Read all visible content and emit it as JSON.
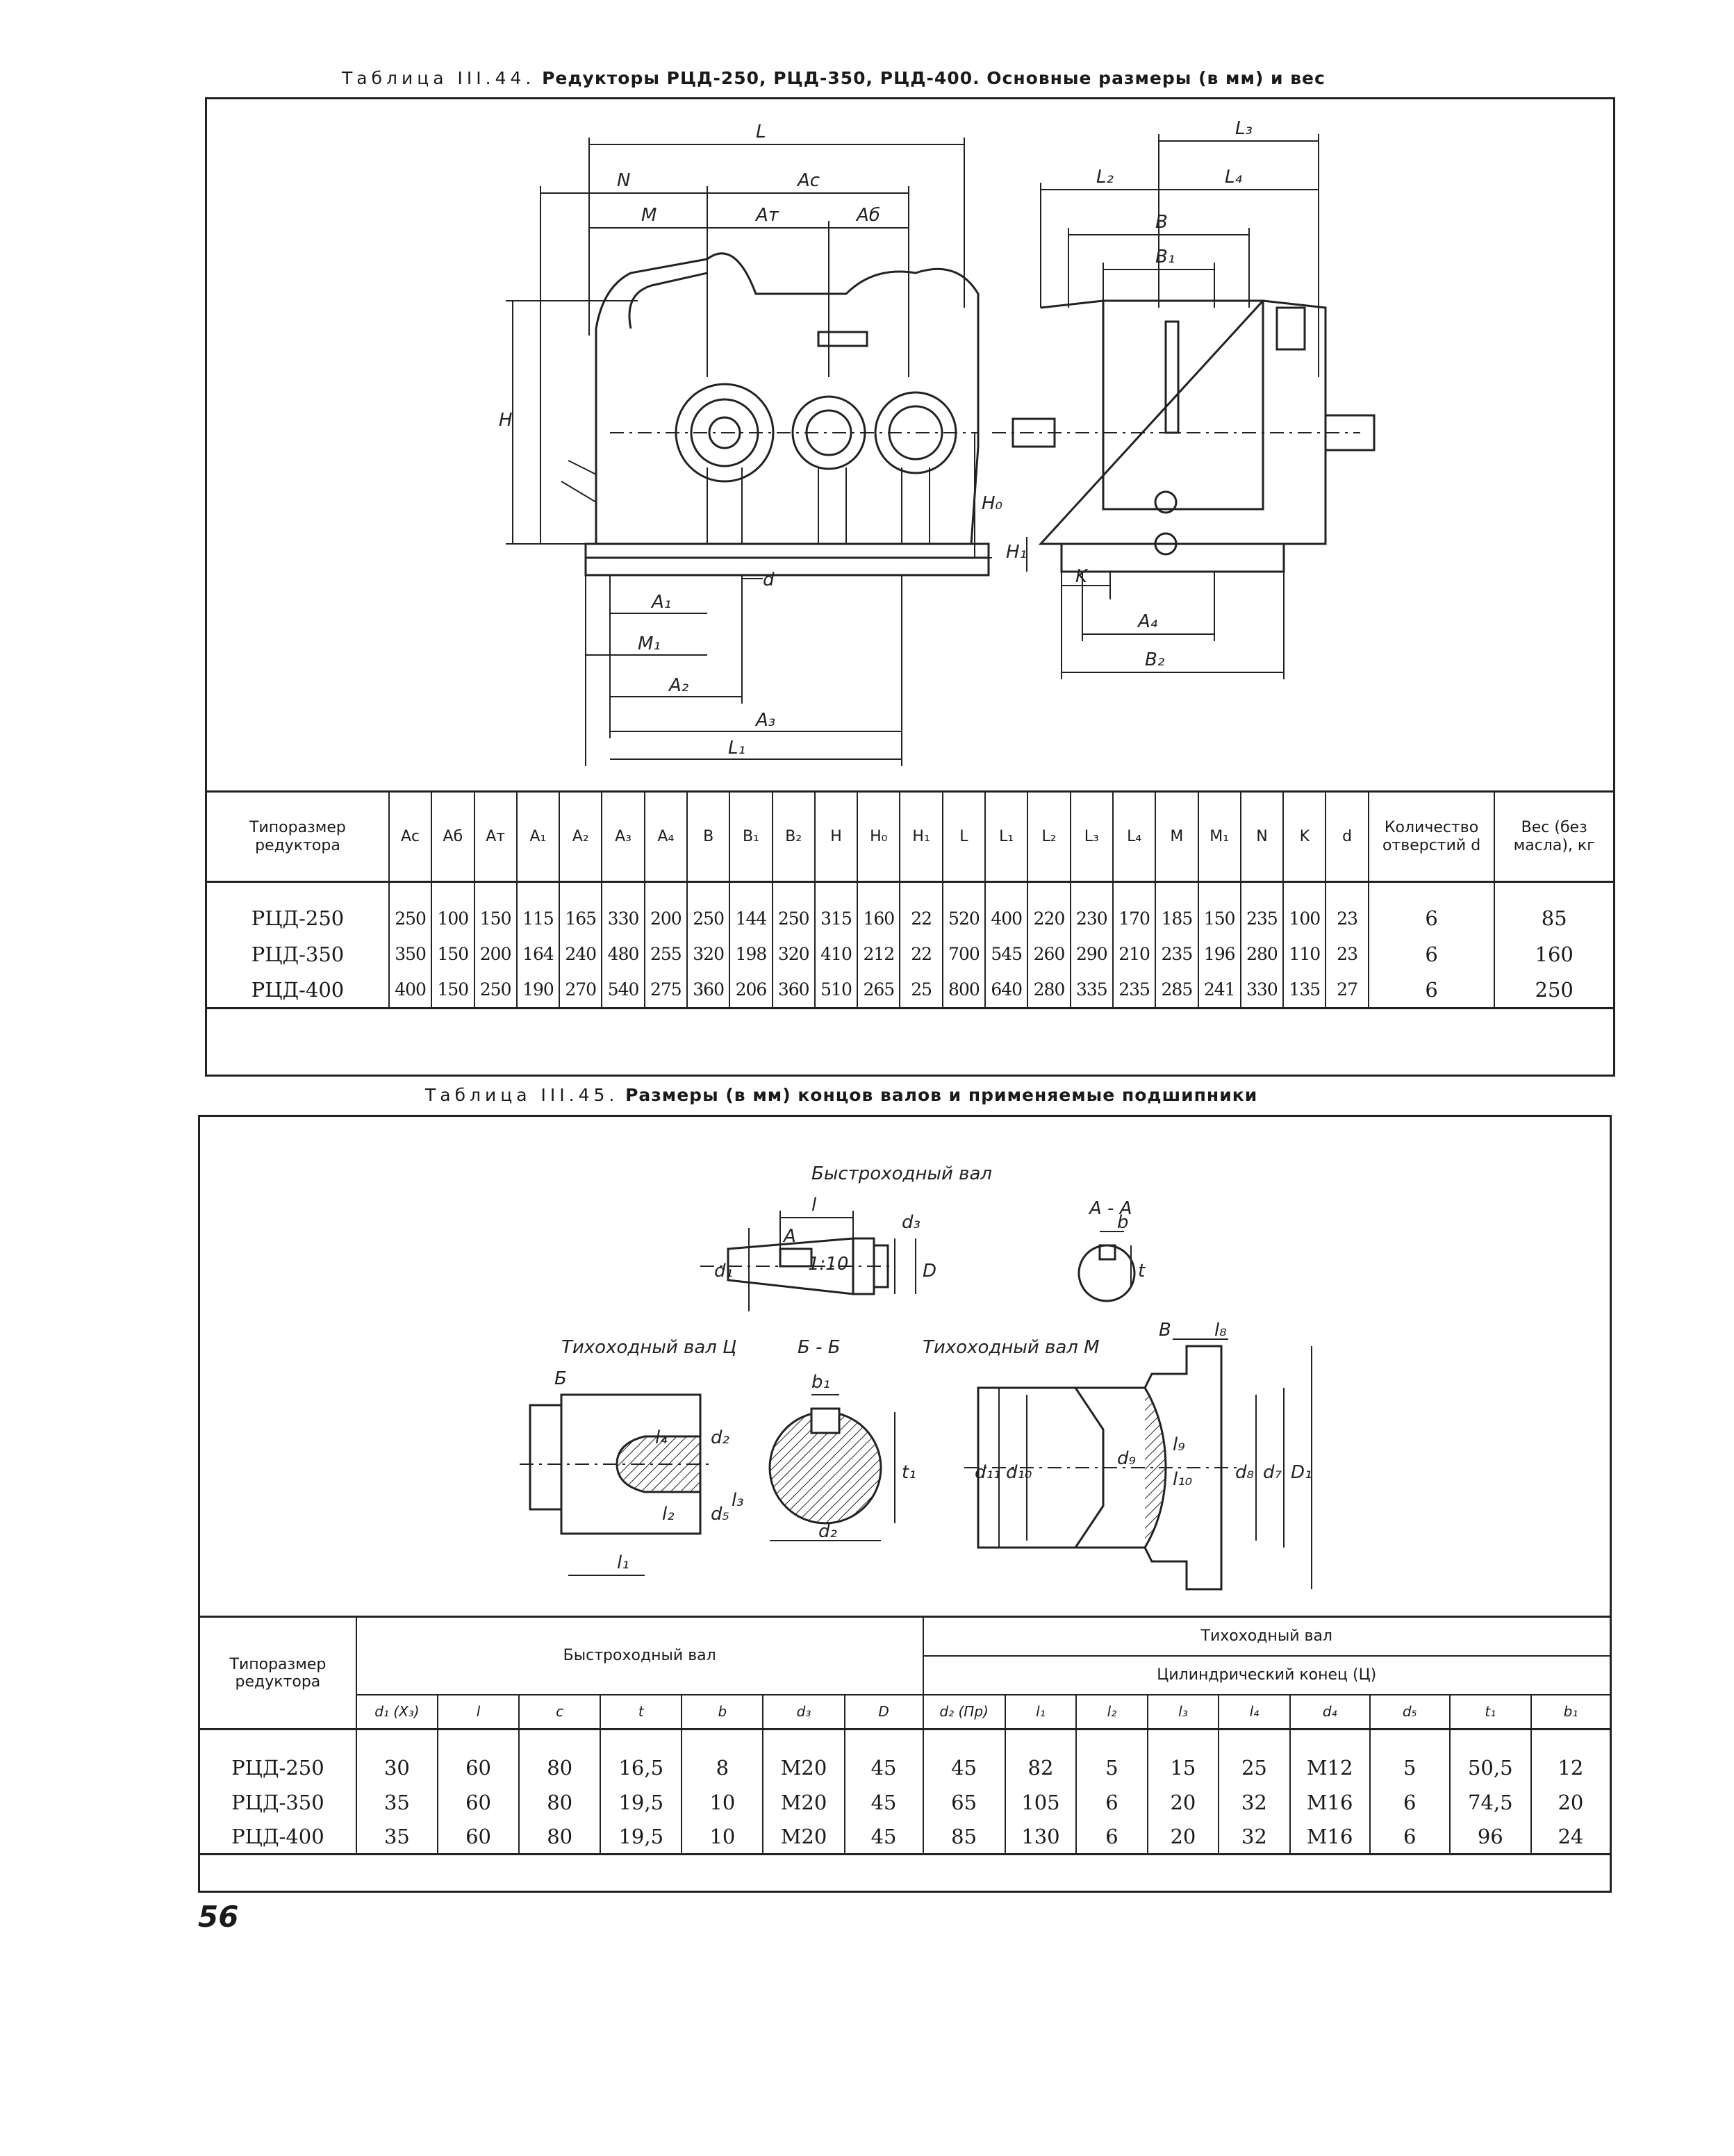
{
  "table44": {
    "caption_label": "Таблица III.44.",
    "caption_text": "Редукторы РЦД-250, РЦД-350, РЦД-400. Основные размеры (в мм) и вес",
    "header_type": "Типоразмер редуктора",
    "columns": [
      "Aс",
      "Aб",
      "Aт",
      "A₁",
      "A₂",
      "A₃",
      "A₄",
      "B",
      "B₁",
      "B₂",
      "H",
      "H₀",
      "H₁",
      "L",
      "L₁",
      "L₂",
      "L₃",
      "L₄",
      "M",
      "M₁",
      "N",
      "K",
      "d"
    ],
    "header_holes": "Количество отверстий d",
    "header_weight": "Вес (без масла), кг",
    "rows": [
      {
        "name": "РЦД-250",
        "values": [
          "250",
          "100",
          "150",
          "115",
          "165",
          "330",
          "200",
          "250",
          "144",
          "250",
          "315",
          "160",
          "22",
          "520",
          "400",
          "220",
          "230",
          "170",
          "185",
          "150",
          "235",
          "100",
          "23"
        ],
        "holes": "6",
        "weight": "85"
      },
      {
        "name": "РЦД-350",
        "values": [
          "350",
          "150",
          "200",
          "164",
          "240",
          "480",
          "255",
          "320",
          "198",
          "320",
          "410",
          "212",
          "22",
          "700",
          "545",
          "260",
          "290",
          "210",
          "235",
          "196",
          "280",
          "110",
          "23"
        ],
        "holes": "6",
        "weight": "160"
      },
      {
        "name": "РЦД-400",
        "values": [
          "400",
          "150",
          "250",
          "190",
          "270",
          "540",
          "275",
          "360",
          "206",
          "360",
          "510",
          "265",
          "25",
          "800",
          "640",
          "280",
          "335",
          "235",
          "285",
          "241",
          "330",
          "135",
          "27"
        ],
        "holes": "6",
        "weight": "250"
      }
    ],
    "drawing_labels": {
      "L": "L",
      "N": "N",
      "Ac": "Aс",
      "M": "M",
      "At": "Aт",
      "Ab": "Aб",
      "H": "H",
      "H0": "H₀",
      "A1": "A₁",
      "M1": "M₁",
      "A2": "A₂",
      "A3": "A₃",
      "L1": "L₁",
      "d": "d",
      "L3": "L₃",
      "L2": "L₂",
      "L4": "L₄",
      "B": "B",
      "B1": "B₁",
      "H1": "H₁",
      "K": "K",
      "A4": "A₄",
      "B2": "B₂"
    }
  },
  "table45": {
    "caption_label": "Таблица III.45.",
    "caption_text": "Размеры (в мм) концов валов и применяемые подшипники",
    "header_type": "Типоразмер редуктора",
    "group_fast": "Быстроходный вал",
    "group_slow": "Тихоходный вал",
    "subgroup_cyl": "Цилиндрический конец (Ц)",
    "fast_columns": [
      "d₁ (X₃)",
      "l",
      "c",
      "t",
      "b",
      "d₃",
      "D"
    ],
    "slow_columns": [
      "d₂ (Пр)",
      "l₁",
      "l₂",
      "l₃",
      "l₄",
      "d₄",
      "d₅",
      "t₁",
      "b₁"
    ],
    "rows": [
      {
        "name": "РЦД-250",
        "fast": [
          "30",
          "60",
          "80",
          "16,5",
          "8",
          "M20",
          "45"
        ],
        "slow": [
          "45",
          "82",
          "5",
          "15",
          "25",
          "M12",
          "5",
          "50,5",
          "12"
        ]
      },
      {
        "name": "РЦД-350",
        "fast": [
          "35",
          "60",
          "80",
          "19,5",
          "10",
          "M20",
          "45"
        ],
        "slow": [
          "65",
          "105",
          "6",
          "20",
          "32",
          "M16",
          "6",
          "74,5",
          "20"
        ]
      },
      {
        "name": "РЦД-400",
        "fast": [
          "35",
          "60",
          "80",
          "19,5",
          "10",
          "M20",
          "45"
        ],
        "slow": [
          "85",
          "130",
          "6",
          "20",
          "32",
          "M16",
          "6",
          "96",
          "24"
        ]
      }
    ],
    "drawing_labels": {
      "fast_shaft": "Быстроходный вал",
      "section_aa": "A - A",
      "l": "l",
      "A": "A",
      "taper": "1:10",
      "d1": "d₁",
      "d3": "d₃",
      "D": "D",
      "b": "b",
      "t": "t",
      "slow_c": "Тихоходный вал Ц",
      "section_bb": "Б - Б",
      "slow_m": "Тихоходный вал М",
      "B_letter": "Б",
      "b1": "b₁",
      "l4": "l₄",
      "d2": "d₂",
      "t1": "t₁",
      "l2": "l₂",
      "d5": "d₅",
      "l3": "l₃",
      "l1": "l₁",
      "dd2": "d₂",
      "B": "B",
      "l8": "l₈",
      "d11": "d₁₁",
      "d10": "d₁₀",
      "d9": "d₉",
      "l9": "l₉",
      "l10": "l₁₀",
      "d8": "d₈",
      "d7": "d₇",
      "D1": "D₁"
    }
  },
  "page_number": "56"
}
